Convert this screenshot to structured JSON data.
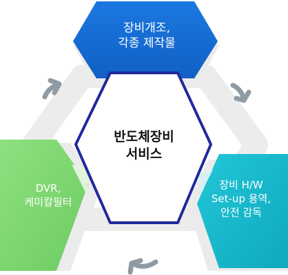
{
  "center": {
    "lines": [
      "반도체장비",
      "서비스"
    ]
  },
  "nodes": {
    "top": {
      "lines": [
        "장비개조,",
        "각종 제작물"
      ]
    },
    "left": {
      "lines": [
        "DVR,",
        "케미칼필터"
      ]
    },
    "right": {
      "lines": [
        "장비 H/W",
        "Set-up 용역,",
        "안전 감독"
      ]
    }
  },
  "colors": {
    "top": "#1671d6",
    "left": "#7fd672",
    "right": "#16b8cc",
    "center_outline": "#1f2a9c",
    "ring": "#ebebeb",
    "arrow": "#8f9ba3"
  },
  "icons": [
    "clockwise-arrow-icon",
    "clockwise-arrow-icon",
    "clockwise-arrow-icon"
  ]
}
